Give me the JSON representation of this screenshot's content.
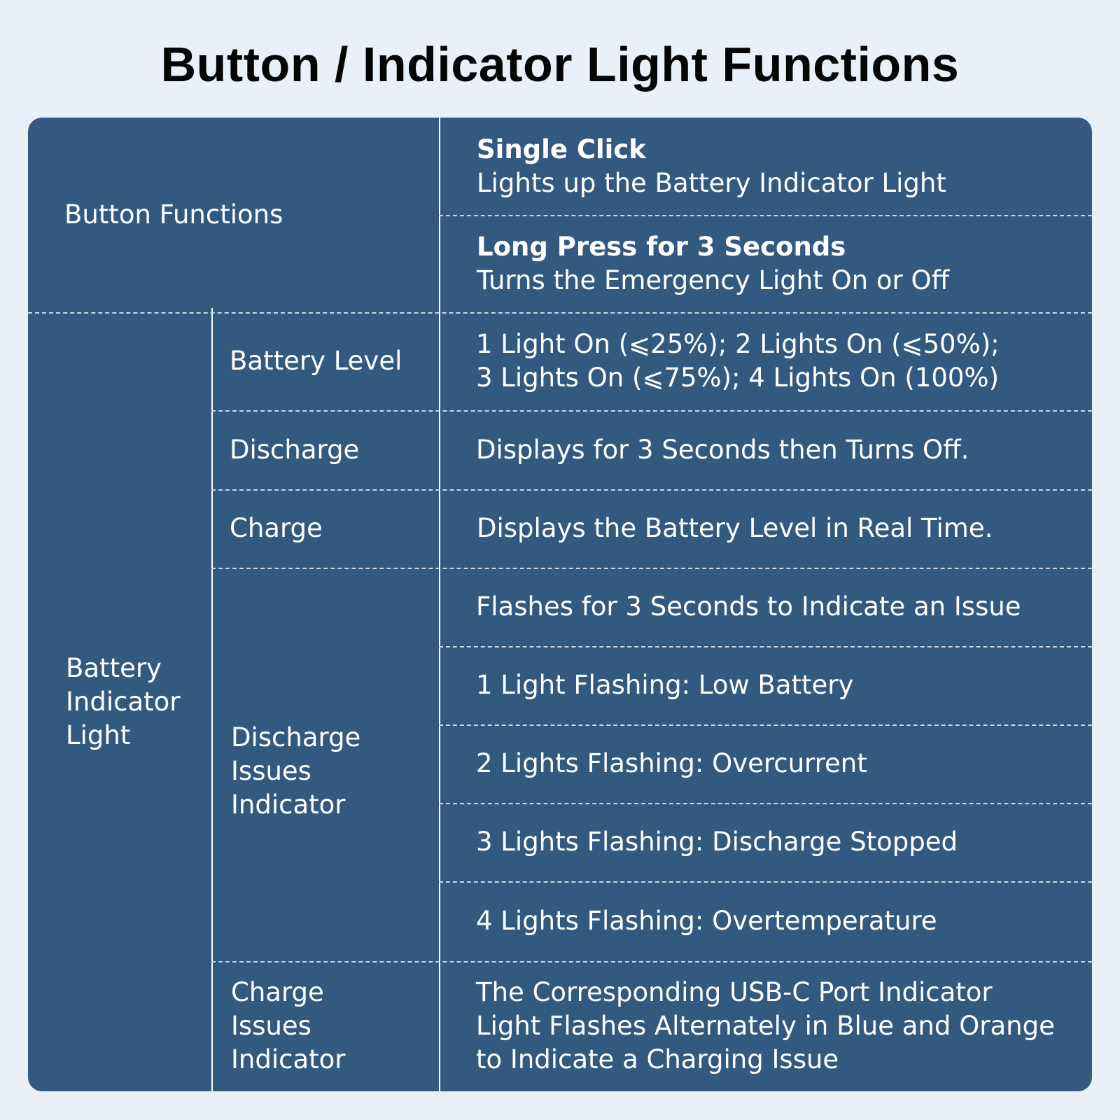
{
  "title": "Button / Indicator Light Functions",
  "button_section": {
    "label": "Button Functions",
    "items": [
      {
        "heading": "Single Click",
        "text": "Lights up the Battery Indicator Light"
      },
      {
        "heading": "Long Press for 3 Seconds",
        "text": "Turns the Emergency Light On or Off"
      }
    ]
  },
  "battery_section": {
    "label_lines": [
      "Battery",
      "Indicator",
      "Light"
    ],
    "battery_level": {
      "label": "Battery Level",
      "lines": [
        "1 Light On (⩽25%); 2 Lights On (⩽50%);",
        "3 Lights On (⩽75%); 4 Lights On (100%)"
      ]
    },
    "discharge": {
      "label": "Discharge",
      "text": "Displays for 3 Seconds then Turns Off."
    },
    "charge": {
      "label": "Charge",
      "text": "Displays the Battery Level in Real Time."
    },
    "discharge_issues": {
      "label_lines": [
        "Discharge",
        "Issues",
        "Indicator"
      ],
      "rows": [
        "Flashes for 3 Seconds to Indicate an Issue",
        "1 Light Flashing: Low Battery",
        "2 Lights Flashing: Overcurrent",
        "3 Lights Flashing: Discharge Stopped",
        "4 Lights Flashing: Overtemperature"
      ]
    },
    "charge_issues": {
      "label_lines": [
        "Charge",
        "Issues",
        "Indicator"
      ],
      "lines": [
        "The Corresponding USB-C Port Indicator",
        "Light Flashes Alternately in Blue and Orange",
        "to Indicate a Charging Issue"
      ]
    }
  }
}
